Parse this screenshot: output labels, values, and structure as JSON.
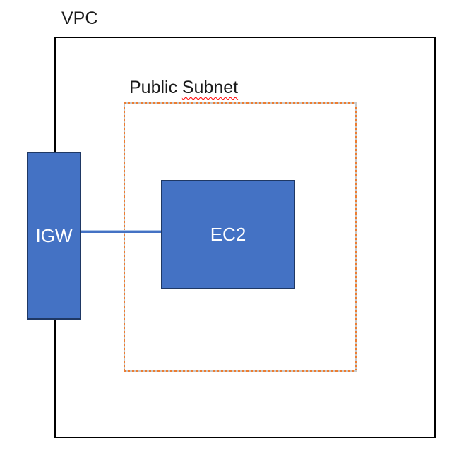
{
  "diagram": {
    "vpc": {
      "label": "VPC"
    },
    "subnet": {
      "label_word1": "Public",
      "label_word2": "Subnet",
      "spellcheck_underline_on_word2": true
    },
    "igw": {
      "label": "IGW"
    },
    "ec2": {
      "label": "EC2"
    },
    "connections": [
      {
        "from": "IGW",
        "to": "EC2"
      }
    ]
  },
  "colors": {
    "node_fill": "#4472C4",
    "node_border": "#1F3864",
    "node_text": "#FFFFFF",
    "connector": "#4472C4",
    "connector_highlight": "#AEC6E8",
    "vpc_border": "#000000",
    "subnet_dash_orange": "#ED7D31",
    "subnet_dash_gray": "#C8C8C8",
    "label_text": "#1A1A1A",
    "squiggle_red": "#FF0000"
  }
}
